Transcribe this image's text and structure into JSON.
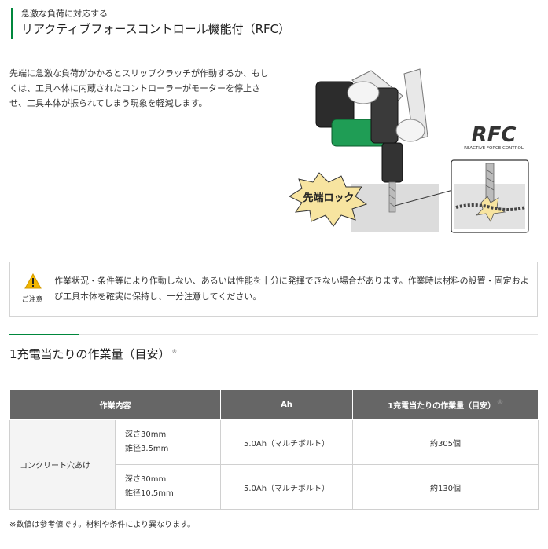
{
  "header": {
    "subtitle": "急激な負荷に対応する",
    "title": "リアクティブフォースコントロール機能付（RFC）"
  },
  "description": "先端に急激な負荷がかかるとスリップクラッチが作動するか、もしくは、工具本体に内蔵されたコントローラーがモーターを停止させ、工具本体が振られてしまう現象を軽減します。",
  "illustration": {
    "burst_label": "先端ロック",
    "logo_text": "RFC",
    "logo_caption": "REACTIVE FORCE CONTROL"
  },
  "notice": {
    "icon_label": "ご注意",
    "text": "作業状況・条件等により作動しない、あるいは性能を十分に発揮できない場合があります。作業時は材料の設置・固定および工具本体を確実に保持し、十分注意してください。"
  },
  "section": {
    "title": "1充電当たりの作業量（目安）",
    "mark": "※"
  },
  "table": {
    "headers": [
      "作業内容",
      "Ah",
      "1充電当たりの作業量（目安）"
    ],
    "header_mark": "※",
    "category": "コンクリート穴あけ",
    "rows": [
      {
        "depth": "深さ30mm",
        "diameter": "錐径3.5mm",
        "battery": "5.0Ah（マルチボルト）",
        "amount": "約305個"
      },
      {
        "depth": "深さ30mm",
        "diameter": "錐径10.5mm",
        "battery": "5.0Ah（マルチボルト）",
        "amount": "約130個"
      }
    ]
  },
  "footnote": "※数値は参考値です。材料や条件により異なります。",
  "colors": {
    "accent": "#00873c",
    "table_header": "#666666",
    "burst": "#f7e4a0"
  }
}
